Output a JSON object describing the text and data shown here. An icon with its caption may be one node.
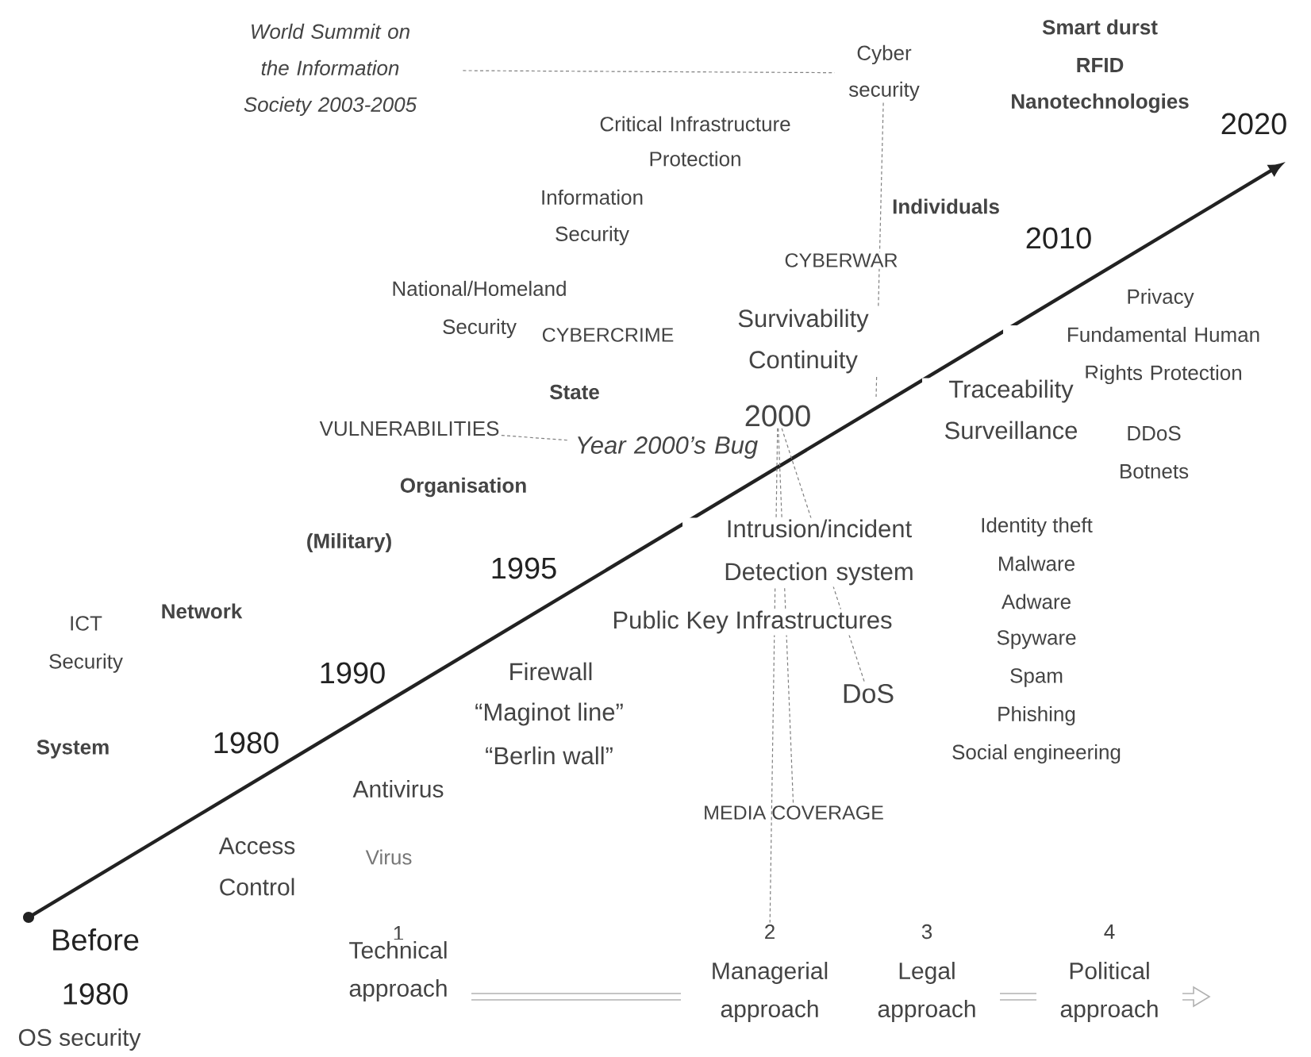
{
  "diagram": {
    "nodes": [
      {
        "text": [
          "World Summit on the Information Society 2003-2005"
        ]
      },
      {
        "text": [
          "Cyber security"
        ]
      },
      {
        "text": [
          "VULNERABILITIES"
        ]
      },
      {
        "text": [
          "Year 2000’s Bug"
        ]
      },
      {
        "text": [
          "2000"
        ]
      },
      {
        "text": [
          "DoS"
        ]
      },
      {
        "text": [
          "MEDIA COVERAGE"
        ]
      },
      {
        "text": [
          "2"
        ]
      }
    ],
    "edges": [
      {
        "from": 0,
        "to": 1,
        "arrow": "none",
        "style": "dashed"
      },
      {
        "from": 1,
        "to": null,
        "arrow": "none",
        "style": "dashed"
      },
      {
        "from": 2,
        "to": 3,
        "arrow": "none",
        "style": "dashed"
      },
      {
        "from": 4,
        "to": 5,
        "arrow": "none",
        "style": "dashed"
      },
      {
        "from": 4,
        "to": 6,
        "arrow": "none",
        "style": "dashed"
      },
      {
        "from": 4,
        "to": 7,
        "arrow": "none",
        "style": "dashed"
      }
    ],
    "labels": [
      "Smart durst",
      "RFID",
      "Nanotechnologies",
      "Critical Infrastructure Protection",
      "2020",
      "Information Security",
      "Individuals",
      "CYBERWAR",
      "2010",
      "Privacy",
      "Fundamental Human Rights Protection",
      "National/Homeland Security",
      "CYBERCRIME",
      "Survivability Continuity",
      "State",
      "Traceability Surveillance",
      "DDoS",
      "Botnets",
      "Organisation",
      "(Military)",
      "Intrusion/incident Detection system",
      "Identity theft",
      "1995",
      "Malware",
      "Adware",
      "Network",
      "Public Key Infrastructures",
      "ICT Security",
      "Spyware",
      "1990",
      "Firewall",
      "Spam",
      "“Maginot line”",
      "Phishing",
      "System",
      "1980",
      "“Berlin wall”",
      "Social engineering",
      "Antivirus",
      "Access Control",
      "Virus",
      "1",
      "Before 1980",
      "Technical approach",
      "Managerial approach",
      "3",
      "Legal approach",
      "4",
      "Political approach",
      "OS security"
    ]
  }
}
